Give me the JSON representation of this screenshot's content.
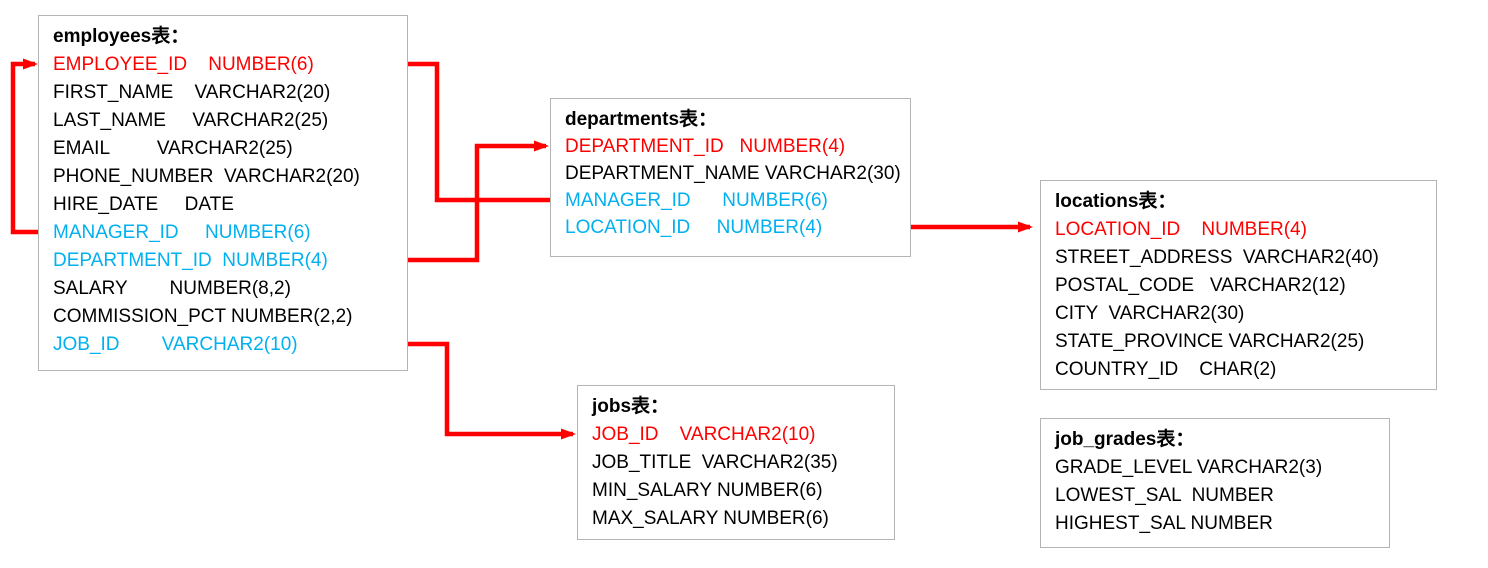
{
  "colors": {
    "primary_key_red": "#ff0000",
    "foreign_key_blue": "#00b0f0",
    "text_black": "#000000",
    "table_border_gray": "#b4b4b4",
    "background": "#ffffff"
  },
  "tables": {
    "employees": {
      "title": "employees表：",
      "rows": [
        {
          "name": "EMPLOYEE_ID",
          "type": "NUMBER(6)",
          "pad": 4,
          "color": "red"
        },
        {
          "name": "FIRST_NAME",
          "type": "VARCHAR2(20)",
          "pad": 4,
          "color": "black"
        },
        {
          "name": "LAST_NAME",
          "type": "VARCHAR2(25)",
          "pad": 5,
          "color": "black"
        },
        {
          "name": "EMAIL",
          "type": "VARCHAR2(25)",
          "pad": 9,
          "color": "black"
        },
        {
          "name": "PHONE_NUMBER",
          "type": "VARCHAR2(20)",
          "pad": 2,
          "color": "black"
        },
        {
          "name": "HIRE_DATE",
          "type": "DATE",
          "pad": 5,
          "color": "black"
        },
        {
          "name": "MANAGER_ID",
          "type": "NUMBER(6)",
          "pad": 5,
          "color": "blue"
        },
        {
          "name": "DEPARTMENT_ID",
          "type": "NUMBER(4)",
          "pad": 2,
          "color": "blue"
        },
        {
          "name": "SALARY",
          "type": "NUMBER(8,2)",
          "pad": 8,
          "color": "black"
        },
        {
          "name": "COMMISSION_PCT",
          "type": "NUMBER(2,2)",
          "pad": 1,
          "color": "black"
        },
        {
          "name": "JOB_ID",
          "type": "VARCHAR2(10)",
          "pad": 8,
          "color": "blue"
        }
      ]
    },
    "departments": {
      "title": "departments表：",
      "rows": [
        {
          "name": "DEPARTMENT_ID",
          "type": "NUMBER(4)",
          "pad": 3,
          "color": "red"
        },
        {
          "name": "DEPARTMENT_NAME",
          "type": "VARCHAR2(30)",
          "pad": 1,
          "color": "black"
        },
        {
          "name": "MANAGER_ID",
          "type": "NUMBER(6)",
          "pad": 6,
          "color": "blue"
        },
        {
          "name": "LOCATION_ID",
          "type": "NUMBER(4)",
          "pad": 5,
          "color": "blue"
        }
      ]
    },
    "locations": {
      "title": "locations表：",
      "rows": [
        {
          "name": "LOCATION_ID",
          "type": "NUMBER(4)",
          "pad": 4,
          "color": "red"
        },
        {
          "name": "STREET_ADDRESS",
          "type": "VARCHAR2(40)",
          "pad": 2,
          "color": "black"
        },
        {
          "name": "POSTAL_CODE",
          "type": "VARCHAR2(12)",
          "pad": 3,
          "color": "black"
        },
        {
          "name": "CITY",
          "type": "VARCHAR2(30)",
          "pad": 2,
          "color": "black"
        },
        {
          "name": "STATE_PROVINCE",
          "type": "VARCHAR2(25)",
          "pad": 1,
          "color": "black"
        },
        {
          "name": "COUNTRY_ID",
          "type": "CHAR(2)",
          "pad": 4,
          "color": "black"
        }
      ]
    },
    "jobs": {
      "title": "jobs表：",
      "rows": [
        {
          "name": "JOB_ID",
          "type": "VARCHAR2(10)",
          "pad": 4,
          "color": "red"
        },
        {
          "name": "JOB_TITLE",
          "type": "VARCHAR2(35)",
          "pad": 2,
          "color": "black"
        },
        {
          "name": "MIN_SALARY",
          "type": "NUMBER(6)",
          "pad": 1,
          "color": "black"
        },
        {
          "name": "MAX_SALARY",
          "type": "NUMBER(6)",
          "pad": 1,
          "color": "black"
        }
      ]
    },
    "job_grades": {
      "title": "job_grades表：",
      "rows": [
        {
          "name": "GRADE_LEVEL",
          "type": "VARCHAR2(3)",
          "pad": 1,
          "color": "black"
        },
        {
          "name": "LOWEST_SAL",
          "type": "NUMBER",
          "pad": 2,
          "color": "black"
        },
        {
          "name": "HIGHEST_SAL",
          "type": "NUMBER",
          "pad": 1,
          "color": "black"
        }
      ]
    }
  },
  "relationships": [
    {
      "from": "employees.MANAGER_ID",
      "to": "employees.EMPLOYEE_ID"
    },
    {
      "from": "departments.MANAGER_ID",
      "to": "employees.EMPLOYEE_ID"
    },
    {
      "from": "employees.DEPARTMENT_ID",
      "to": "departments.DEPARTMENT_ID"
    },
    {
      "from": "employees.JOB_ID",
      "to": "jobs.JOB_ID"
    },
    {
      "from": "departments.LOCATION_ID",
      "to": "locations.LOCATION_ID"
    }
  ]
}
